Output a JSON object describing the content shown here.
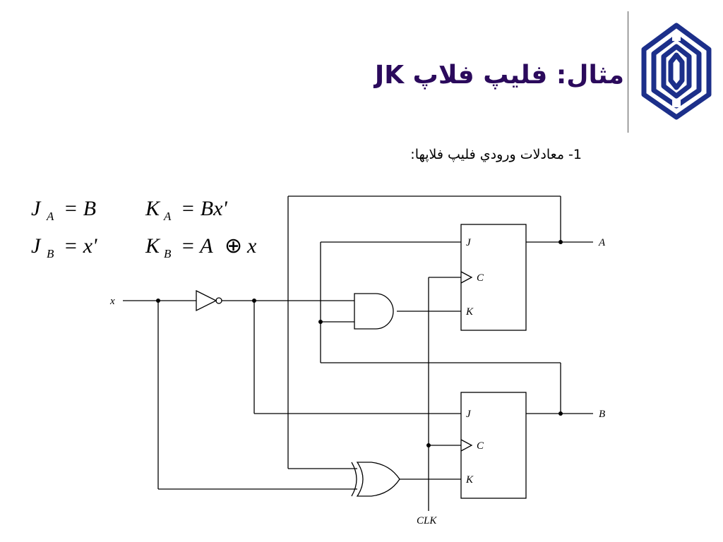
{
  "slide": {
    "title": "مثال: فلیپ فلاپ JK",
    "subtitle": "1- معادلات ورودي فليپ فلاپها:"
  },
  "equations": {
    "ja_lhs": "J",
    "ja_sub": "A",
    "ja_rhs": "= B",
    "ka_lhs": "K",
    "ka_sub": "A",
    "ka_rhs": "= Bx'",
    "jb_lhs": "J",
    "jb_sub": "B",
    "jb_rhs": "= x'",
    "kb_lhs": "K",
    "kb_sub": "B",
    "kb_rhs_a": "= A",
    "kb_xor": "⊕",
    "kb_rhs_x": "x"
  },
  "circuit": {
    "input_x": "x",
    "output_a": "A",
    "output_b": "B",
    "clock": "CLK",
    "ffa": {
      "j": "J",
      "c": "C",
      "k": "K"
    },
    "ffb": {
      "j": "J",
      "c": "C",
      "k": "K"
    }
  },
  "colors": {
    "title": "#2b0a5c",
    "logo": "#1c2f8a",
    "lines": "#000000"
  },
  "icons": {
    "logo": "university-emblem-icon"
  }
}
